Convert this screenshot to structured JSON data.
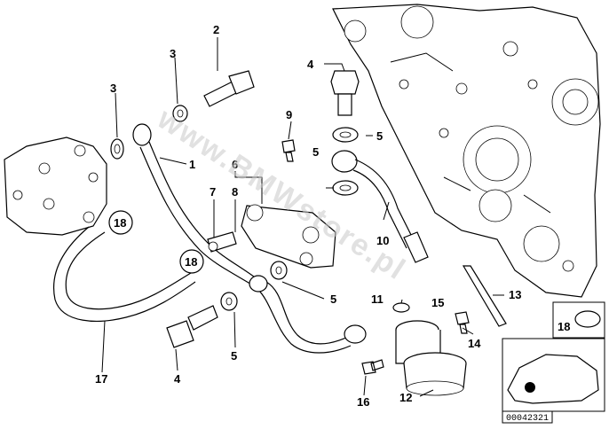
{
  "diagram": {
    "watermark": "www.BMWstore.pl",
    "diagram_id": "00042321",
    "callouts": {
      "c1": "1",
      "c2": "2",
      "c3a": "3",
      "c3b": "3",
      "c4a": "4",
      "c4b": "4",
      "c5a": "5",
      "c5b": "5",
      "c5c": "5",
      "c5d": "5",
      "c6": "6",
      "c7": "7",
      "c8": "8",
      "c9": "9",
      "c10": "10",
      "c11": "11",
      "c12": "12",
      "c13": "13",
      "c14": "14",
      "c15": "15",
      "c16": "16",
      "c17": "17",
      "c18a": "18",
      "c18b": "18",
      "c18c": "18"
    }
  }
}
